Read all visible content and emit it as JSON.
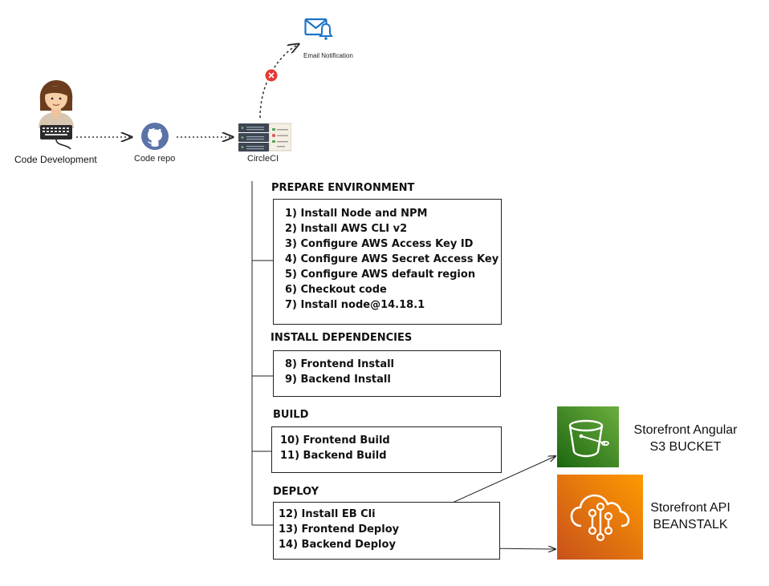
{
  "pipeline": {
    "developer": {
      "label": "Code Development",
      "icon": "developer-icon"
    },
    "repo": {
      "label": "Code repo",
      "icon": "github-icon"
    },
    "ci": {
      "label": "CircleCI",
      "icon": "server-icon"
    },
    "notification": {
      "label": "Email Notification",
      "icon": "email-bell-icon",
      "failure_icon": "failure-x-icon"
    }
  },
  "sections": [
    {
      "title": "PREPARE ENVIRONMENT",
      "steps": [
        "1) Install Node and NPM",
        "2) Install AWS CLI v2",
        "3) Configure AWS Access Key ID",
        "4) Configure AWS Secret Access Key",
        "5) Configure AWS default region",
        "6) Checkout code",
        "7) Install node@14.18.1"
      ]
    },
    {
      "title": "INSTALL DEPENDENCIES",
      "steps": [
        "8) Frontend Install",
        "9) Backend Install"
      ]
    },
    {
      "title": "BUILD",
      "steps": [
        "10) Frontend Build",
        "11) Backend Build"
      ]
    },
    {
      "title": "DEPLOY",
      "steps": [
        "12) Install EB Cli",
        "13) Frontend Deploy",
        "14) Backend Deploy"
      ]
    }
  ],
  "targets": {
    "s3": {
      "line1": "Storefront Angular",
      "line2": "S3 BUCKET",
      "color": "#3f8624",
      "icon": "s3-bucket-icon"
    },
    "beanstalk": {
      "line1": "Storefront API",
      "line2": "BEANSTALK",
      "color": "#e4700d",
      "icon": "elastic-beanstalk-icon"
    }
  }
}
